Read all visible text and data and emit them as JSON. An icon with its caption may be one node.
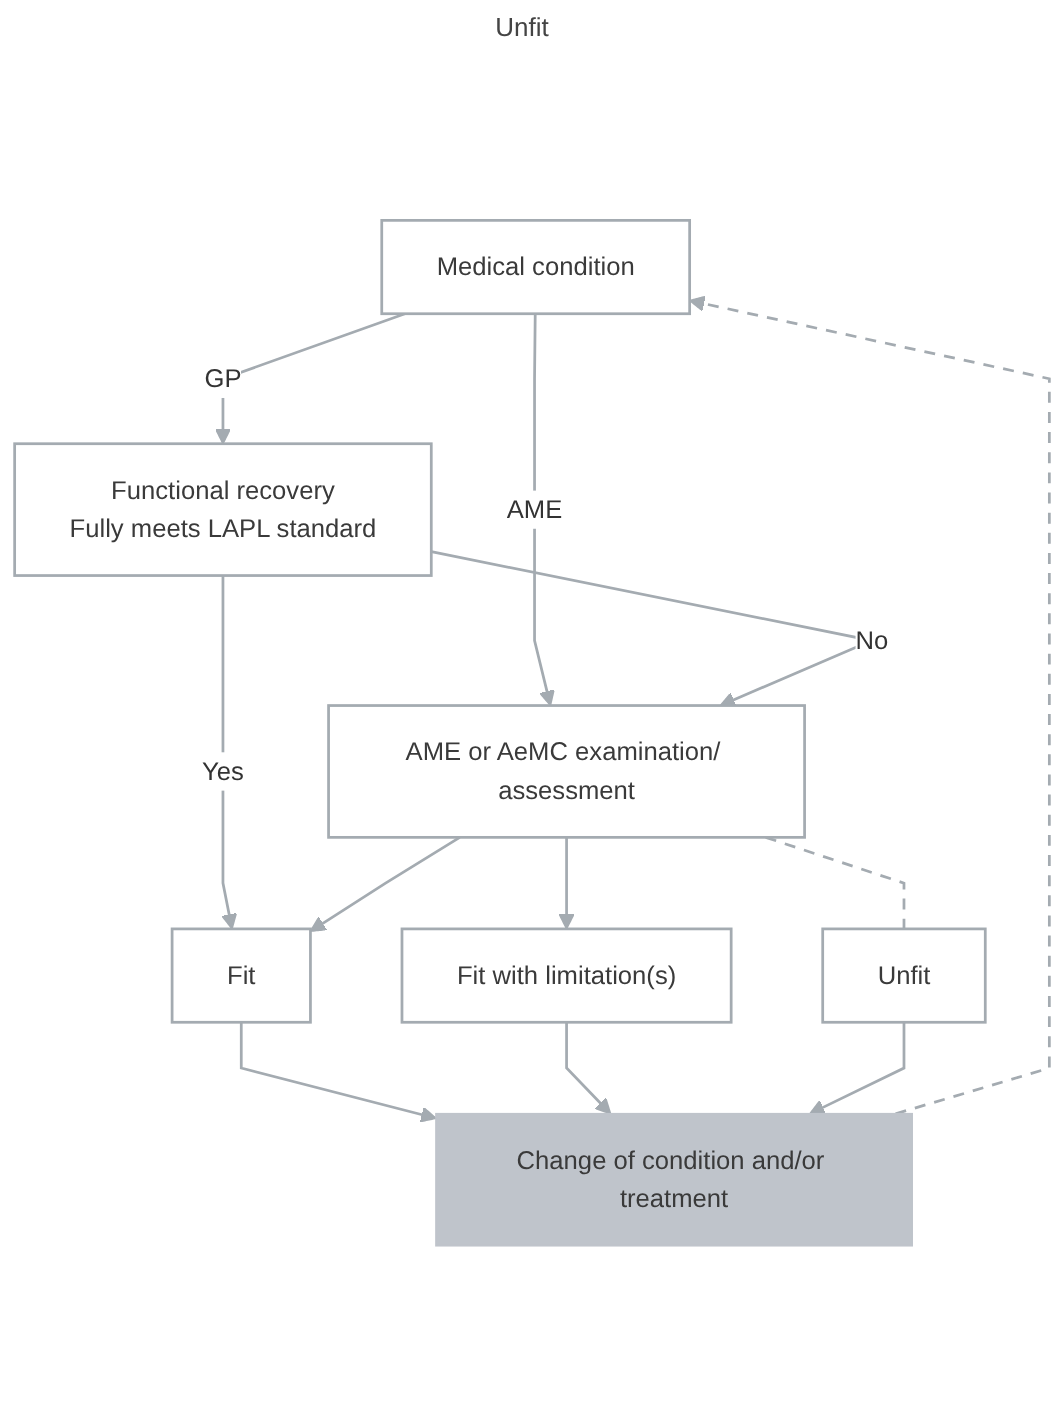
{
  "diagram": {
    "nodes": [
      {
        "text": [
          "Medical condition"
        ]
      },
      {
        "text": [
          "Functional recovery",
          "Fully meets LAPL standard"
        ]
      },
      {
        "text": [
          "Fit"
        ]
      },
      {
        "text": [
          "AME or AeMC examination/ assessment"
        ]
      },
      {
        "text": [
          "Fit with limitation(s)"
        ]
      },
      {
        "text": [
          "Unfit"
        ]
      },
      {
        "text": [
          "Change of condition and/or treatment"
        ]
      }
    ],
    "edges": [
      {
        "from": 0,
        "to": 3,
        "arrow": "to",
        "label": "AME"
      },
      {
        "from": 0,
        "to": 1,
        "arrow": "to",
        "label": "GP"
      },
      {
        "from": 1,
        "to": 2,
        "arrow": "to",
        "label": "Yes"
      },
      {
        "from": 1,
        "to": 3,
        "arrow": "to",
        "label": "No"
      },
      {
        "from": 3,
        "to": 2,
        "arrow": "to"
      },
      {
        "from": 3,
        "to": 4,
        "arrow": "to"
      },
      {
        "from": 3,
        "to": 5,
        "arrow": "none",
        "style": "dashed"
      },
      {
        "from": 2,
        "to": 6,
        "arrow": "to"
      },
      {
        "from": 4,
        "to": 6,
        "arrow": "to"
      },
      {
        "from": 5,
        "to": 6,
        "arrow": "to"
      },
      {
        "from": 6,
        "to": 0,
        "arrow": "to",
        "style": "dashed"
      }
    ],
    "labels": [
      "Unfit"
    ]
  }
}
